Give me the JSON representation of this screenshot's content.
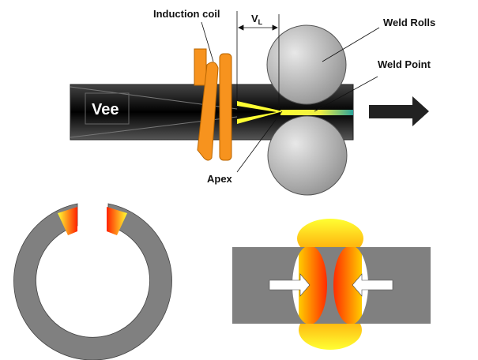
{
  "labels": {
    "induction_coil": "Induction coil",
    "vl_main": "V",
    "vl_sub": "L",
    "weld_rolls": "Weld Rolls",
    "weld_point": "Weld Point",
    "apex": "Apex",
    "vee": "Vee"
  },
  "colors": {
    "pipe": "#2a2a2a",
    "coil": "#f7931e",
    "heat_yellow": "#ffff33",
    "heat_red": "#ff2200",
    "metal_gray": "#808080",
    "weld_teal": "#2aa39a"
  }
}
